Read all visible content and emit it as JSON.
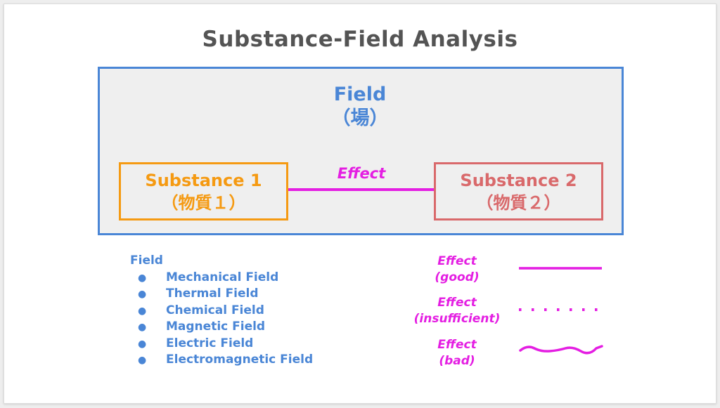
{
  "title": "Substance-Field Analysis",
  "field": {
    "name": "Field",
    "jp": "（場）"
  },
  "substance1": {
    "name": "Substance 1",
    "jp": "（物質１）"
  },
  "substance2": {
    "name": "Substance 2",
    "jp": "（物質２）"
  },
  "effect_label": "Effect",
  "legend": {
    "field_heading": "Field",
    "bullet": "●",
    "fields": [
      "Mechanical Field",
      "Thermal Field",
      "Chemical Field",
      "Magnetic Field",
      "Electric Field",
      "Electromagnetic Field"
    ],
    "effects": [
      {
        "label": "Effect",
        "quality": "(good)",
        "style": "solid"
      },
      {
        "label": "Effect",
        "quality": "(insufficient)",
        "style": "dotted"
      },
      {
        "label": "Effect",
        "quality": "(bad)",
        "style": "wavy"
      }
    ]
  },
  "colors": {
    "field": "#4a86d6",
    "substance1": "#f59a12",
    "substance2": "#d9696b",
    "effect": "#e41ee2",
    "title": "#545454"
  }
}
